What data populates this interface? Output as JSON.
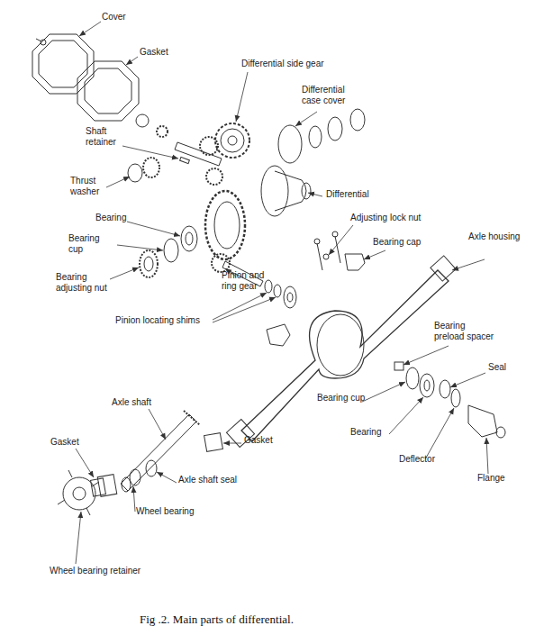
{
  "diagram": {
    "caption": "Fig .2. Main parts of differential.",
    "labels": [
      "Cover",
      "Gasket",
      "Differential side gear",
      "Shaft retainer",
      "Differential case cover",
      "Thrust washer",
      "Differential",
      "Bearing",
      "Adjusting lock nut",
      "Bearing cup",
      "Bearing cap",
      "Axle housing",
      "Bearing adjusting nut",
      "Pinion and ring gear",
      "Pinion locating shims",
      "Bearing preload spacer",
      "Seal",
      "Bearing cup",
      "Bearing",
      "Axle shaft",
      "Deflector",
      "Flange",
      "Gasket",
      "Gasket",
      "Axle shaft seal",
      "Wheel bearing",
      "Wheel bearing retainer"
    ]
  }
}
